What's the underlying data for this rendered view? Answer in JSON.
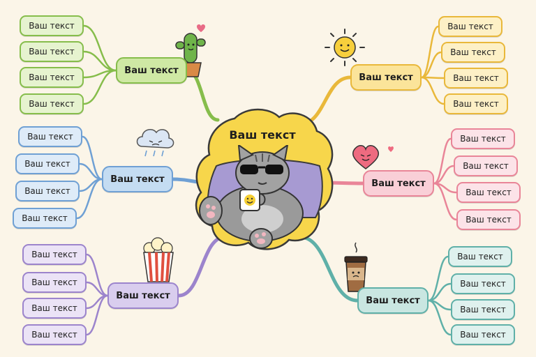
{
  "center": {
    "label": "Ваш текст",
    "color": "#f7d64b"
  },
  "branches": [
    {
      "id": "green",
      "label": "Ваш текст",
      "icon": "cactus-icon",
      "fill": "#cfe8a4",
      "stroke": "#86bd4b",
      "leafFill": "#e6f3cf",
      "leaves": [
        "Ваш текст",
        "Ваш текст",
        "Ваш текст",
        "Ваш текст"
      ]
    },
    {
      "id": "blue",
      "label": "Ваш текст",
      "icon": "rain-cloud-icon",
      "fill": "#c4dcf2",
      "stroke": "#6fa0d4",
      "leafFill": "#deebf8",
      "leaves": [
        "Ваш текст",
        "Ваш текст",
        "Ваш текст",
        "Ваш текст"
      ]
    },
    {
      "id": "purple",
      "label": "Ваш текст",
      "icon": "popcorn-icon",
      "fill": "#d9cdee",
      "stroke": "#9c84cc",
      "leafFill": "#ebe3f6",
      "leaves": [
        "Ваш текст",
        "Ваш текст",
        "Ваш текст",
        "Ваш текст"
      ]
    },
    {
      "id": "yellow",
      "label": "Ваш текст",
      "icon": "sun-icon",
      "fill": "#fbe49a",
      "stroke": "#e9b83a",
      "leafFill": "#fdf0c6",
      "leaves": [
        "Ваш текст",
        "Ваш текст",
        "Ваш текст",
        "Ваш текст"
      ]
    },
    {
      "id": "pink",
      "label": "Ваш текст",
      "icon": "heart-icon",
      "fill": "#f9cfd7",
      "stroke": "#e98598",
      "leafFill": "#fce3e8",
      "leaves": [
        "Ваш текст",
        "Ваш текст",
        "Ваш текст",
        "Ваш текст"
      ]
    },
    {
      "id": "teal",
      "label": "Ваш текст",
      "icon": "coffee-cup-icon",
      "fill": "#c9e6e1",
      "stroke": "#5fb0a8",
      "leafFill": "#dff1ee",
      "leaves": [
        "Ваш текст",
        "Ваш текст",
        "Ваш текст",
        "Ваш текст"
      ]
    }
  ],
  "illustration": "cat-with-sunglasses-icon"
}
